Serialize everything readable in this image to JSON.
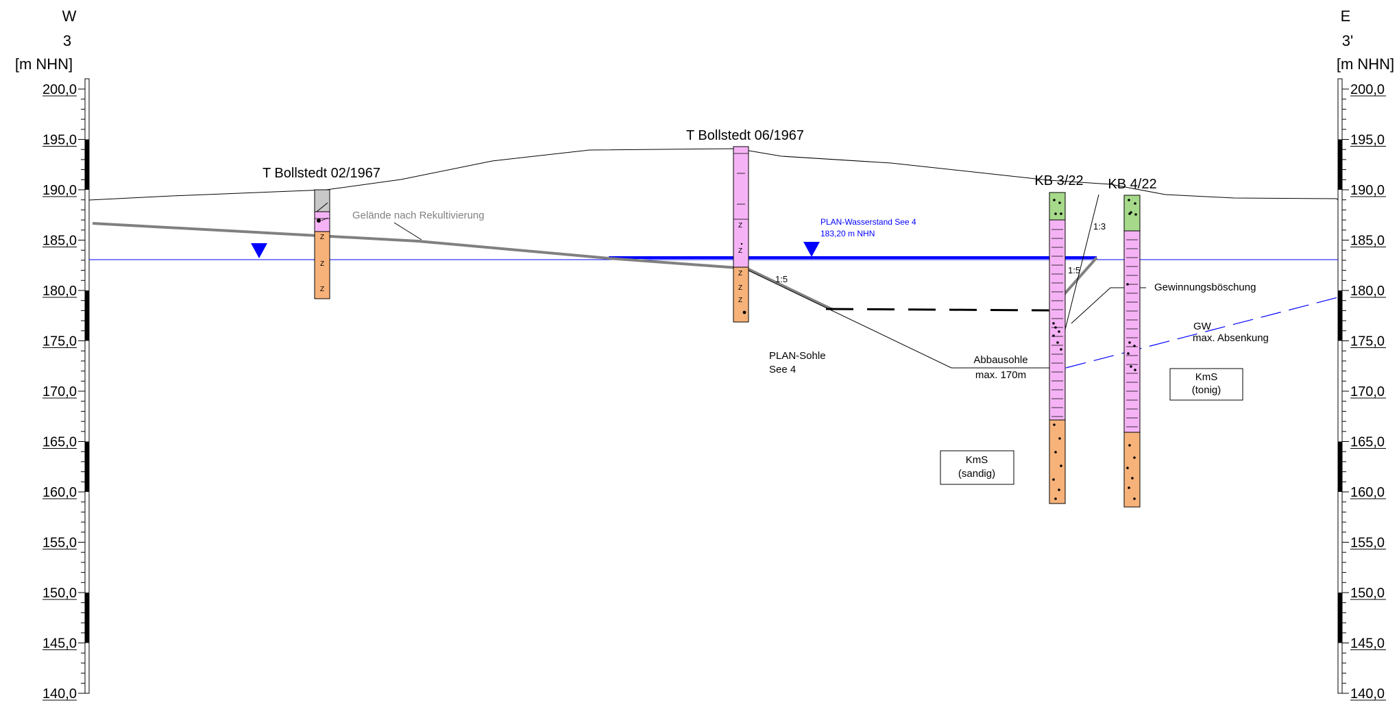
{
  "header": {
    "left_direction": "W",
    "left_section": "3",
    "right_direction": "E",
    "right_section": "3'",
    "unit": "[m NHN]"
  },
  "scale": {
    "ticks": [
      "200,0",
      "195,0",
      "190,0",
      "185,0",
      "180,0",
      "175,0",
      "170,0",
      "165,0",
      "160,0",
      "155,0",
      "150,0",
      "145,0",
      "140,0"
    ],
    "tick_values": [
      200,
      195,
      190,
      185,
      180,
      175,
      170,
      165,
      160,
      155,
      150,
      145,
      140
    ]
  },
  "boreholes": {
    "b1": "T Bollstedt 02/1967",
    "b2": "T Bollstedt 06/1967",
    "b3": "KB 3/22",
    "b4": "KB 4/22"
  },
  "labels": {
    "terrain_after": "Gelände nach Rekultivierung",
    "plan_water_line1": "PLAN-Wasserstand See 4",
    "plan_water_line2": "183,20 m NHN",
    "slope_1_5_a": "1:5",
    "slope_1_5_b": "1:5",
    "slope_1_3": "1:3",
    "gewinnung": "Gewinnungsböschung",
    "plan_sohle_1": "PLAN-Sohle",
    "plan_sohle_2": "See 4",
    "abbau_1": "Abbausohle",
    "abbau_2": "max. 170m",
    "gw_1": "GW",
    "gw_2": "max. Absenkung",
    "kms_tonig_1": "KmS",
    "kms_tonig_2": "(tonig)",
    "kms_sandig_1": "KmS",
    "kms_sandig_2": "(sandig)",
    "z": "Z"
  },
  "colors": {
    "pink": "#f5b3f5",
    "orange": "#f7b27a",
    "green": "#a6d98a",
    "grey": "#c8c8c8",
    "water_blue": "#0000ff",
    "line_grey": "#808080"
  }
}
